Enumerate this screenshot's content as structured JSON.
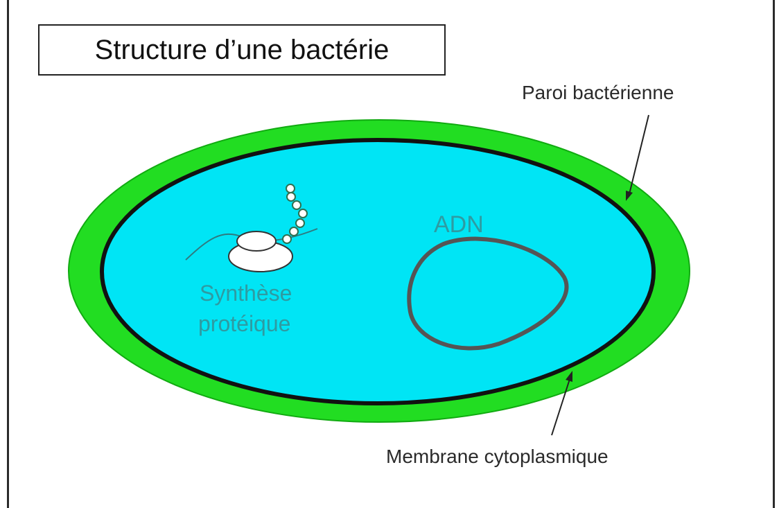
{
  "title": "Structure d’une bactérie",
  "labels": {
    "cell_wall": "Paroi bactérienne",
    "membrane": "Membrane cytoplasmique",
    "dna": "ADN",
    "protein_synthesis_line1": "Synthèse",
    "protein_synthesis_line2": "protéique"
  },
  "colors": {
    "cell_wall": "#22dd22",
    "cytoplasm": "#00e5f5",
    "membrane": "#111111",
    "dna": "#555555",
    "ribosome": "#ffffff",
    "label_teal": "#2e9ba2",
    "label_black": "#2a2a2a"
  }
}
